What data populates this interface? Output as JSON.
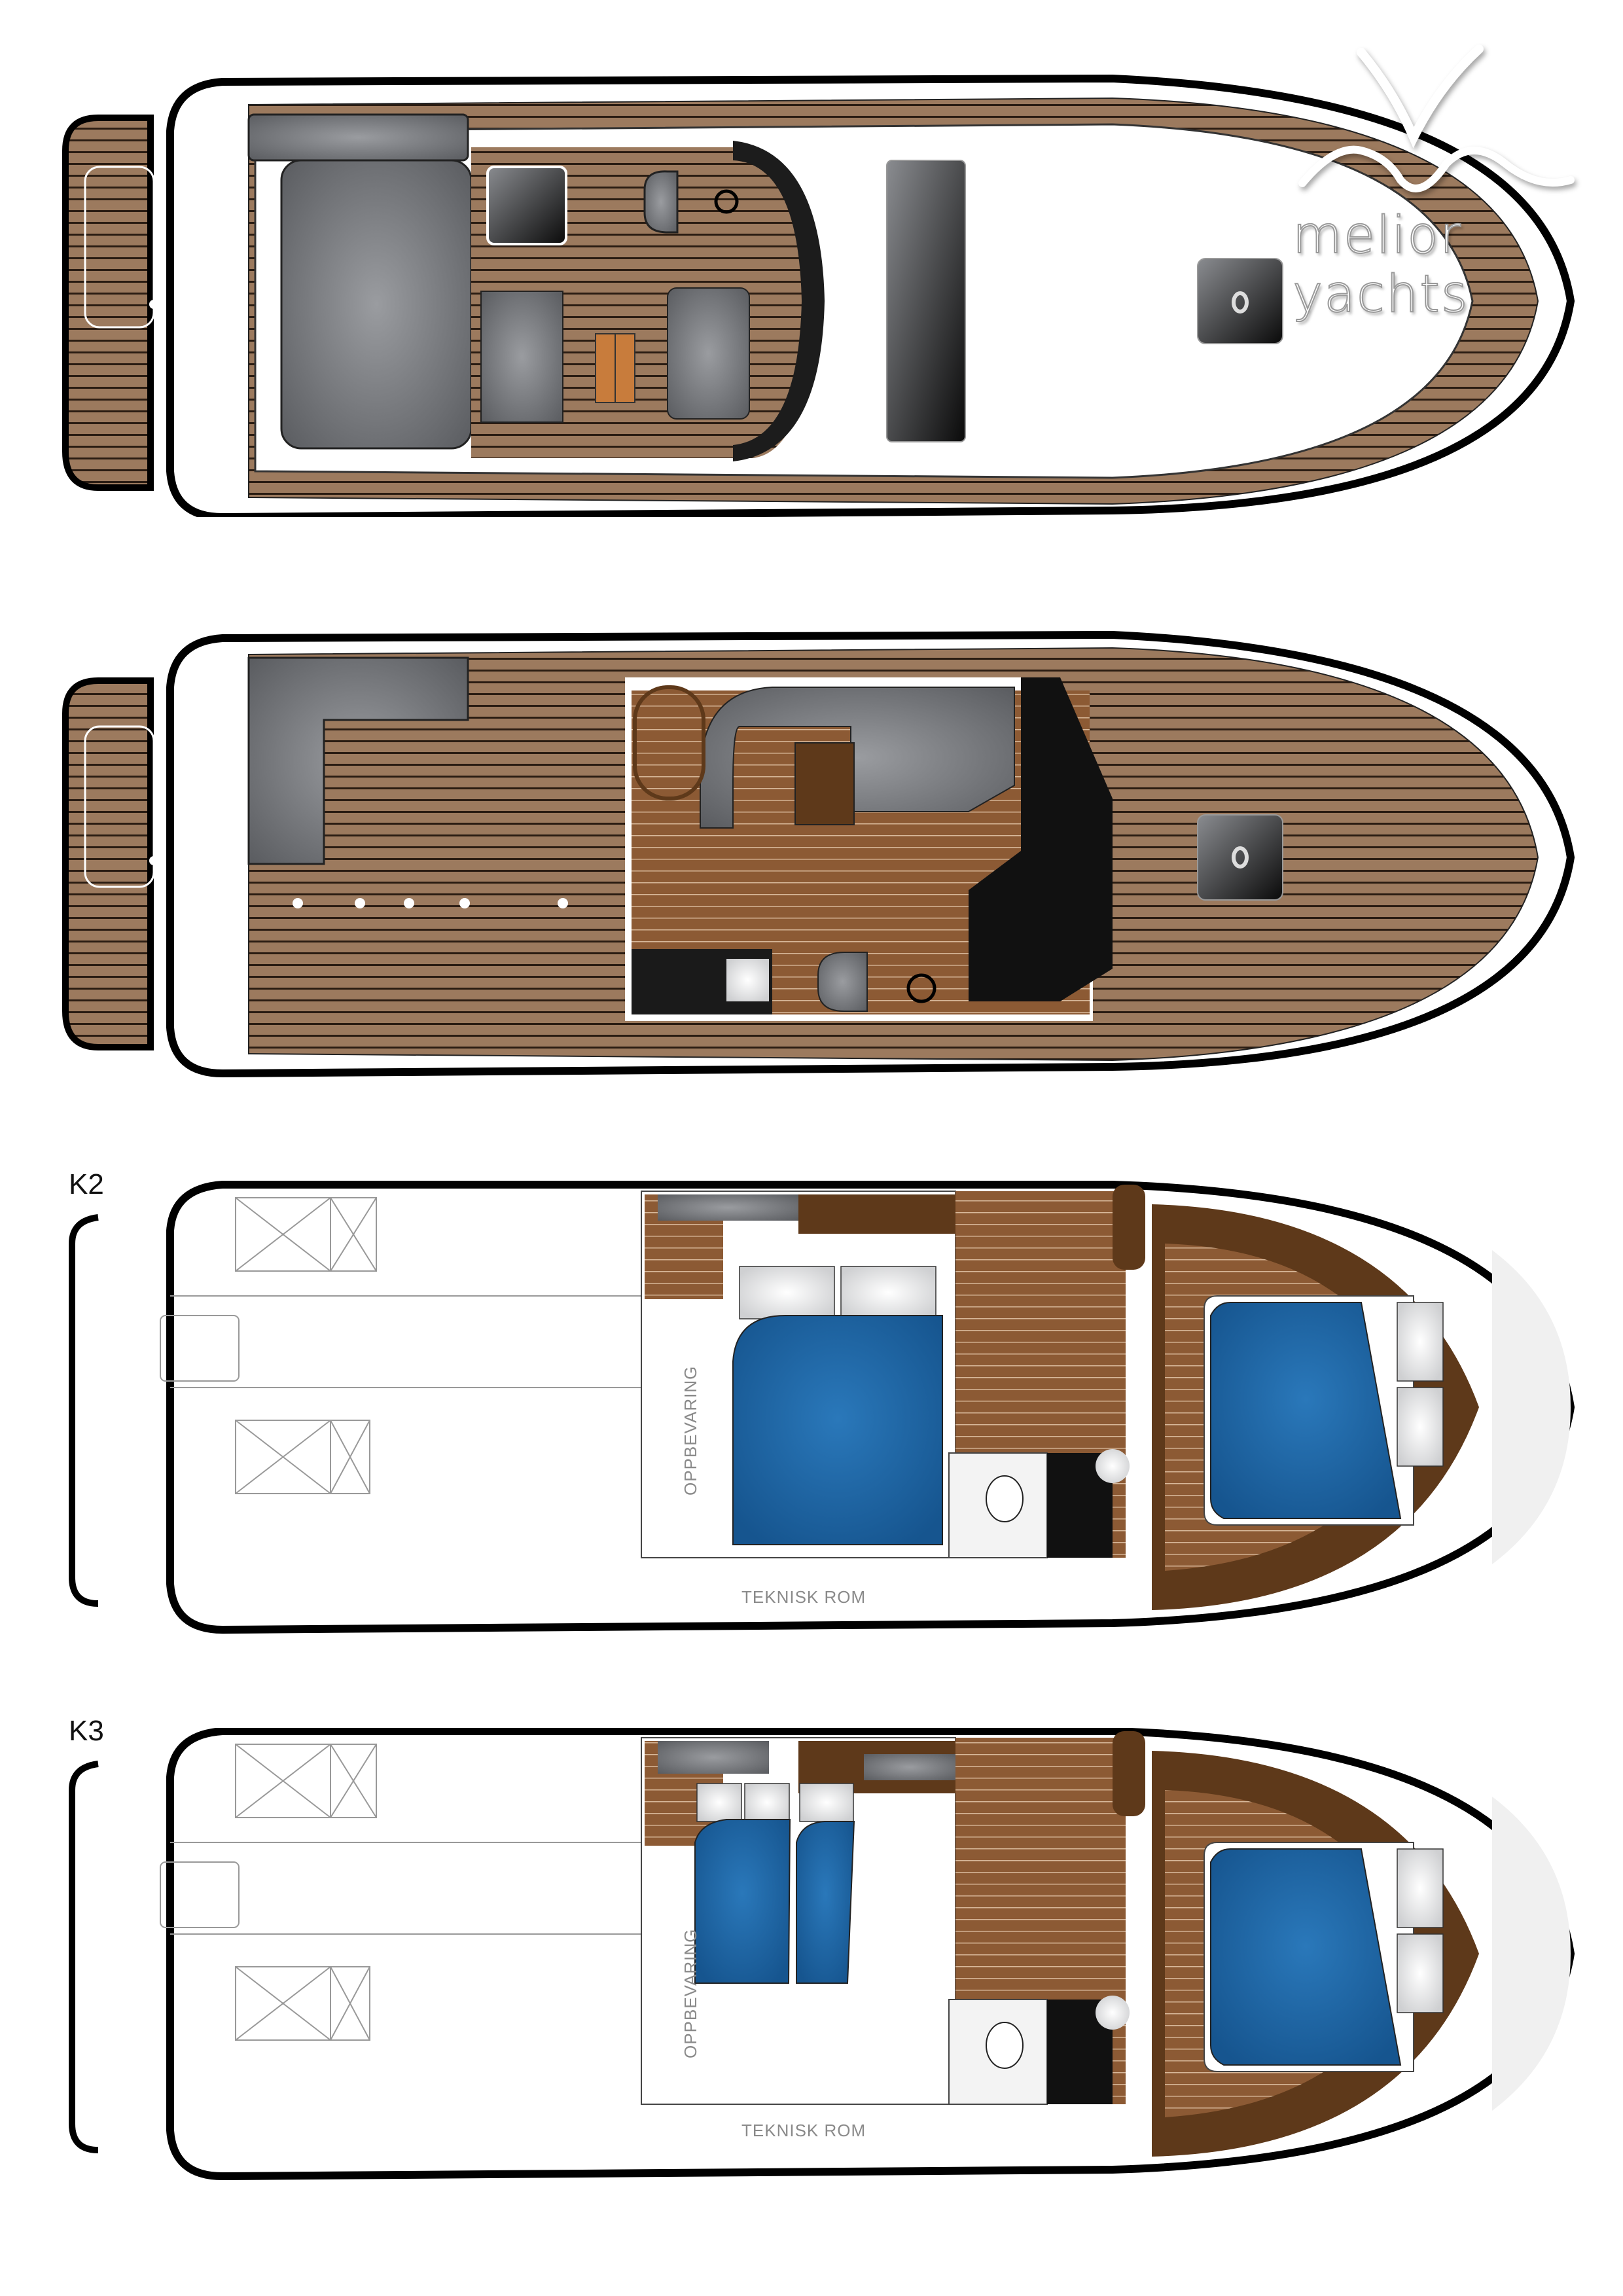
{
  "brand": {
    "name": "melior yachts",
    "logo_icon": "bird-wave-logo-icon"
  },
  "colors": {
    "teak_light": "#9c7a5e",
    "teak_seam": "#2a1c12",
    "interior_teak": "#8c5a34",
    "mahogany": "#5e391a",
    "upholstery_grey": "#7a7c80",
    "bed_blue": "#1f5f9e",
    "hull_outline": "#000000",
    "dashboard_black": "#1a1a1a",
    "table_orange": "#c87c3c",
    "label_grey": "#8a8a8a"
  },
  "plans": [
    {
      "id": "flybridge-deck",
      "label": ""
    },
    {
      "id": "main-deck",
      "label": ""
    },
    {
      "id": "lower-deck-k2",
      "label": "K2",
      "rooms": {
        "storage": "OPPBEVARING",
        "technical_room": "TEKNISK ROM"
      }
    },
    {
      "id": "lower-deck-k3",
      "label": "K3",
      "rooms": {
        "storage": "OPPBEVARING",
        "technical_room": "TEKNISK ROM"
      }
    }
  ]
}
